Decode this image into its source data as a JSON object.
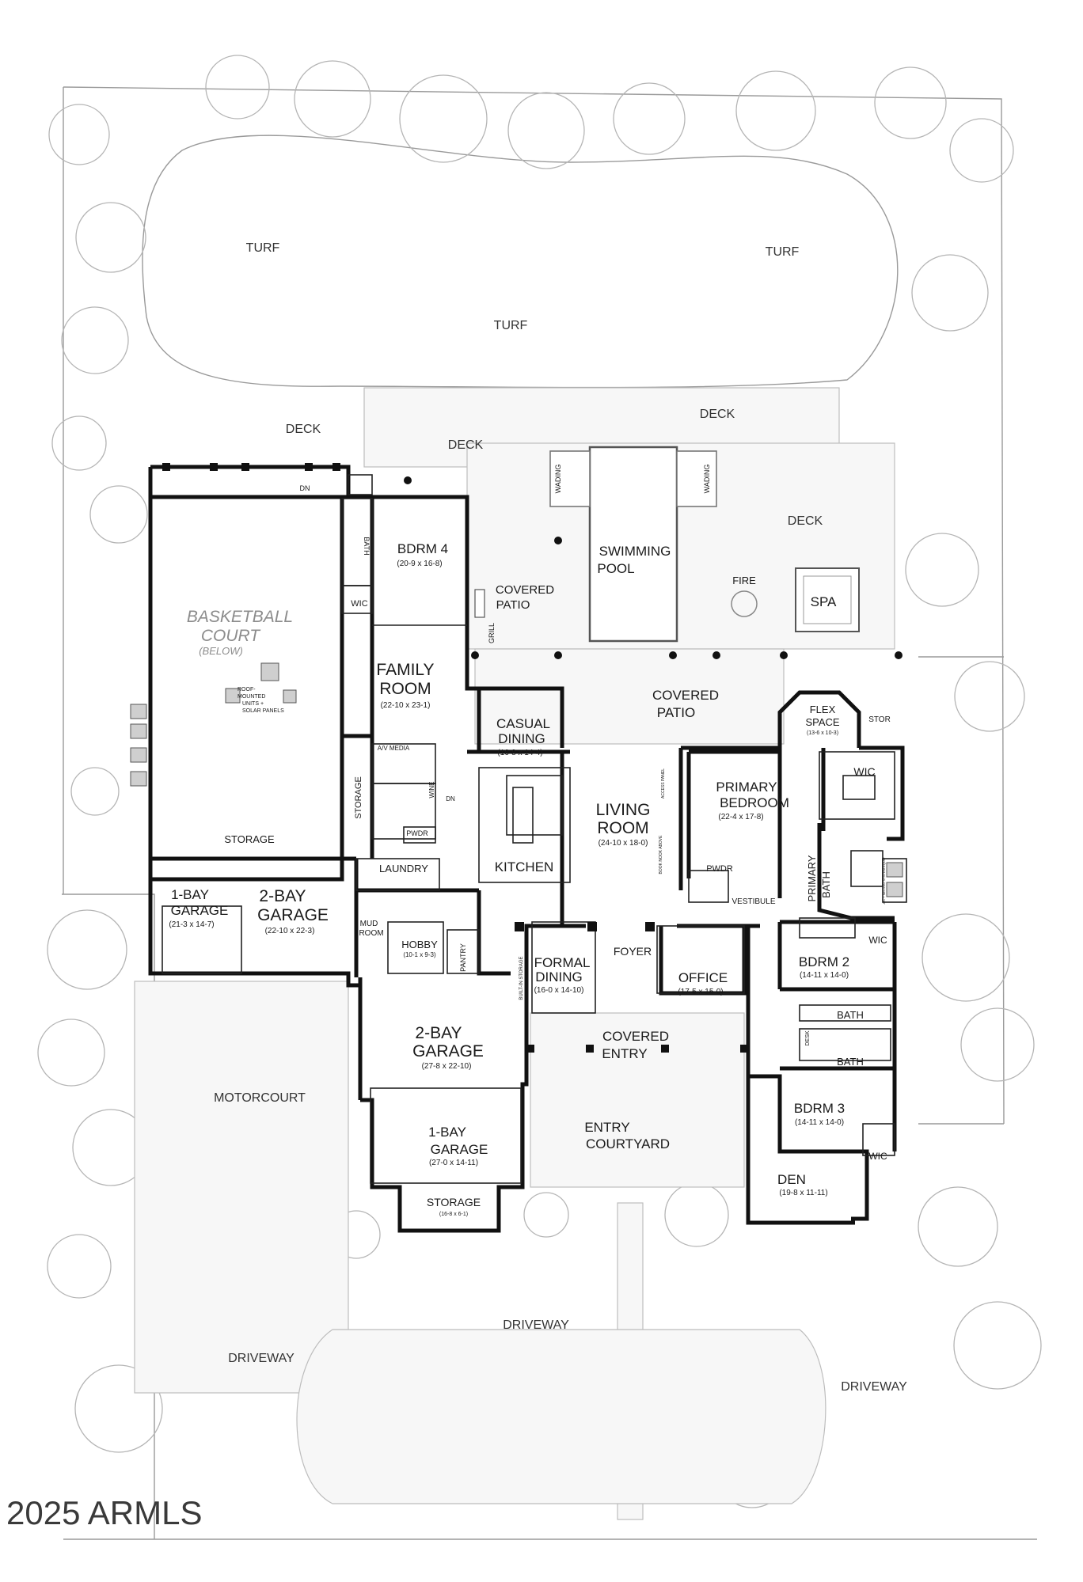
{
  "watermark": "2025 ARMLS",
  "landscape": {
    "turf_left": "TURF",
    "turf_right": "TURF",
    "turf_center": "TURF",
    "deck_left": "DECK",
    "deck_center": "DECK",
    "deck_top_right": "DECK",
    "deck_right": "DECK",
    "motorcourt": "MOTORCOURT",
    "driveway_center": "DRIVEWAY",
    "driveway_left": "DRIVEWAY",
    "driveway_right": "DRIVEWAY"
  },
  "pool_area": {
    "wading_left": "WADING",
    "wading_right": "WADING",
    "pool_line1": "SWIMMING",
    "pool_line2": "POOL",
    "fire": "FIRE",
    "spa": "SPA",
    "grill": "GRILL",
    "covered_patio_small_1": "COVERED",
    "covered_patio_small_2": "PATIO",
    "covered_patio_1": "COVERED",
    "covered_patio_2": "PATIO"
  },
  "basketball": {
    "line1": "BASKETBALL",
    "line2": "COURT",
    "line3": "(BELOW)",
    "roof_1": "ROOF-",
    "roof_2": "MOUNTED",
    "roof_3": "UNITS +",
    "roof_4": "SOLAR PANELS",
    "dn": "DN"
  },
  "rooms": {
    "bdrm4": {
      "name": "BDRM 4",
      "dim": "(20-9 x 16-8)"
    },
    "bath_vertical": "BATH",
    "wic_4": "WIC",
    "family": {
      "line1": "FAMILY",
      "line2": "ROOM",
      "dim": "(22-10 x 23-1)"
    },
    "av_media": "A/V MEDIA",
    "wine": "WINE",
    "dn2": "DN",
    "storage_vertical": "STORAGE",
    "pwdr_1": "PWDR",
    "storage_long": "STORAGE",
    "laundry": "LAUNDRY",
    "mud_1": "MUD",
    "mud_2": "ROOM",
    "hobby": {
      "name": "HOBBY",
      "dim": "(10-1 x 9-3)"
    },
    "pantry": "PANTRY",
    "casual": {
      "line1": "CASUAL",
      "line2": "DINING",
      "dim": "(16-8 x 14-4)"
    },
    "kitchen": "KITCHEN",
    "living": {
      "line1": "LIVING",
      "line2": "ROOM",
      "dim": "(24-10 x 18-0)"
    },
    "access_panel": "ACCESS PANEL",
    "book_nook": "BOOK NOOK ABOVE",
    "pwdr_2": "PWDR",
    "vestibule": "VESTIBULE",
    "flex": {
      "line1": "FLEX",
      "line2": "SPACE",
      "dim": "(13-6 x 10-3)"
    },
    "stor": "STOR",
    "primary_bed": {
      "line1": "PRIMARY",
      "line2": "BEDROOM",
      "dim": "(22-4 x 17-8)"
    },
    "wic_primary": "WIC",
    "primary_bath": {
      "line1": "PRIMARY",
      "line2": "BATH"
    },
    "ac_units": "A/C + MISTING SYSTEM EQUIP",
    "wic_2": "WIC",
    "bdrm2": {
      "name": "BDRM 2",
      "dim": "(14-11 x 14-0)"
    },
    "bath_a": "BATH",
    "desk": "DESK",
    "bath_b": "BATH",
    "bdrm3": {
      "name": "BDRM 3",
      "dim": "(14-11 x 14-0)"
    },
    "wic_3": "WIC",
    "den": {
      "name": "DEN",
      "dim": "(19-8 x 11-11)"
    },
    "foyer": "FOYER",
    "formal": {
      "line1": "FORMAL",
      "line2": "DINING",
      "dim": "(16-0 x 14-10)"
    },
    "built_in": "BUILT-IN STORAGE",
    "office": {
      "name": "OFFICE",
      "dim": "(17-5 x 15-0)"
    },
    "covered_entry": {
      "line1": "COVERED",
      "line2": "ENTRY"
    },
    "entry_court": {
      "line1": "ENTRY",
      "line2": "COURTYARD"
    },
    "garage_1bay_w": {
      "line1": "1-BAY",
      "line2": "GARAGE",
      "dim": "(21-3 x 14-7)"
    },
    "garage_2bay_w": {
      "line1": "2-BAY",
      "line2": "GARAGE",
      "dim": "(22-10 x 22-3)"
    },
    "garage_2bay_s": {
      "line1": "2-BAY",
      "line2": "GARAGE",
      "dim": "(27-8 x 22-10)"
    },
    "garage_1bay_s": {
      "line1": "1-BAY",
      "line2": "GARAGE",
      "dim": "(27-0 x 14-11)"
    },
    "storage_s": {
      "name": "STORAGE",
      "dim": "(16-8 x 6-1)"
    }
  },
  "colors": {
    "wall": "#111111",
    "linework": "#9a9a9a",
    "landscape": "#b5b5b5",
    "background": "#ffffff"
  }
}
